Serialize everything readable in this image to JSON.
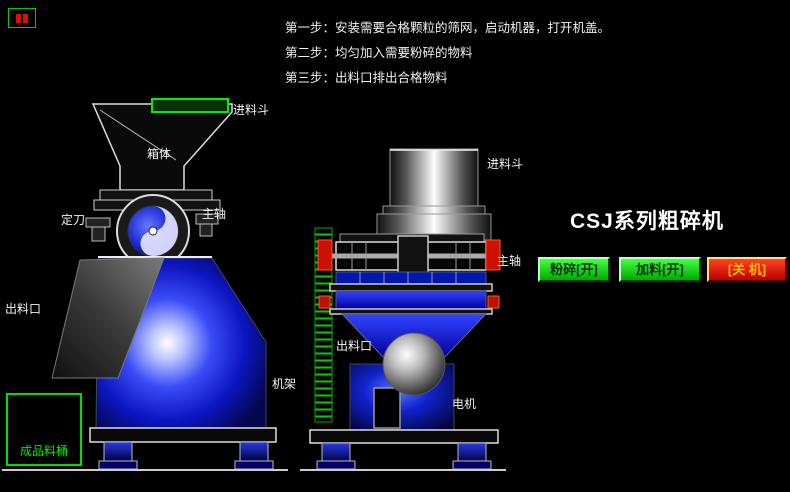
{
  "instructions": {
    "line1": "第一步：安装需要合格颗粒的筛网，启动机器，打开机盖。",
    "line2": "第二步：均匀加入需要粉碎的物料",
    "line3": "第三步：出料口排出合格物料"
  },
  "left_machine": {
    "hopper": "进料斗",
    "box": "箱体",
    "fixed_knife": "定刀",
    "main_shaft": "主轴",
    "outlet": "出料口",
    "frame": "机架",
    "product_barrel": "成品料桶"
  },
  "front_machine": {
    "hopper": "进料斗",
    "main_shaft": "主轴",
    "outlet": "出料口",
    "motor": "电机"
  },
  "panel": {
    "title": "CSJ系列粗碎机",
    "crush_button": "粉碎[开]",
    "feed_button": "加料[开]",
    "stop_button": "[关 机]"
  },
  "colors": {
    "background": "#000000",
    "accent_green": "#00ee00",
    "button_green": "#00bb00",
    "button_red": "#cc0000",
    "stop_text": "#ffbb00",
    "machine_blue": "#1122cc"
  }
}
